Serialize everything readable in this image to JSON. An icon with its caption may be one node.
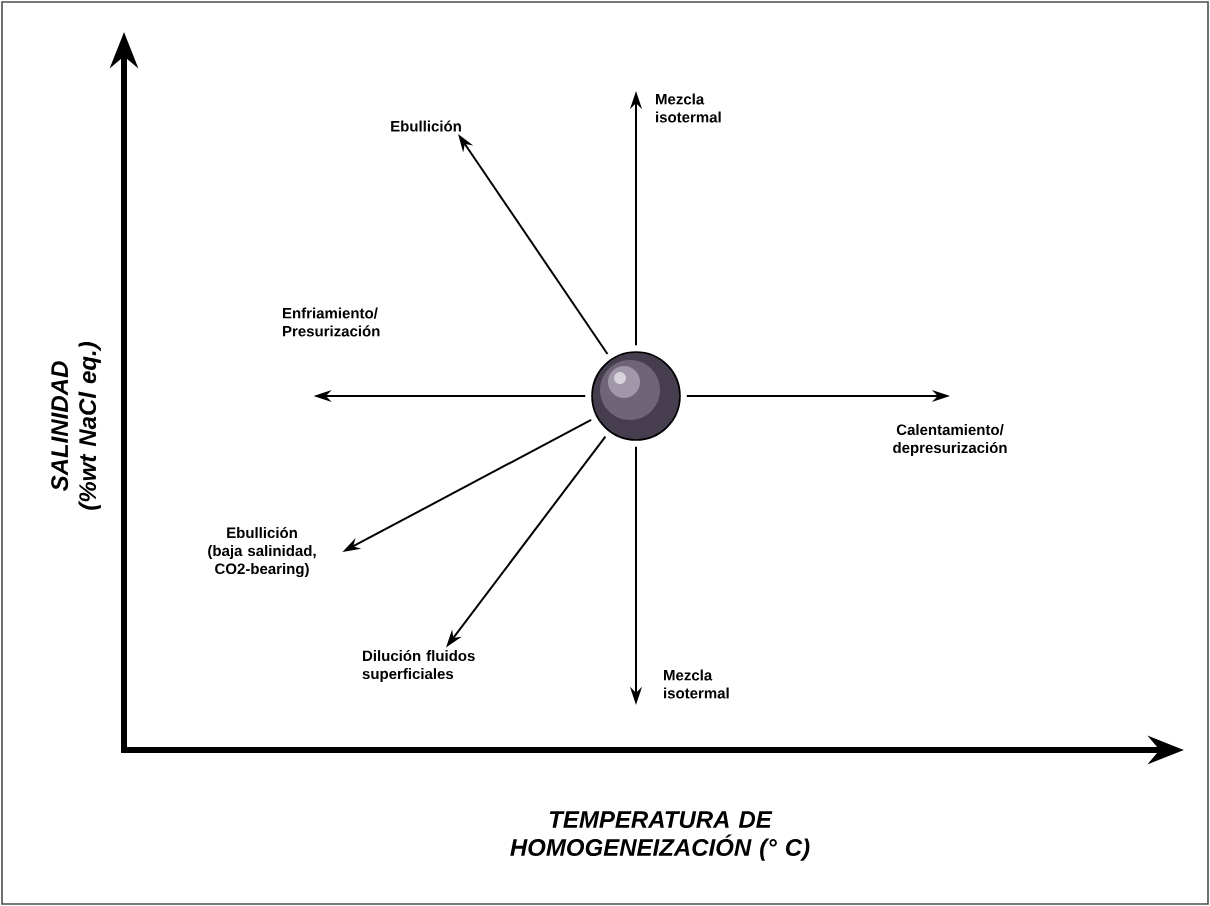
{
  "diagram": {
    "nodes": [
      {
        "text": [],
        "shape": "circle"
      },
      {
        "text": [
          "Ebullición"
        ]
      },
      {
        "text": [
          "Mezcla isotermal"
        ]
      },
      {
        "text": [
          "Enfriamiento/ Presurización"
        ]
      },
      {
        "text": [
          "Calentamiento/ depresurización"
        ]
      },
      {
        "text": [
          "Ebullición (baja salinidad, CO2-bearing)"
        ]
      },
      {
        "text": [
          "Dilución fluidos superficiales"
        ]
      },
      {
        "text": [
          "Mezcla isotermal"
        ]
      }
    ],
    "edges": [
      {
        "from": 0,
        "to": 1,
        "arrow": "to"
      },
      {
        "from": 0,
        "to": 2,
        "arrow": "to"
      },
      {
        "from": 0,
        "to": 3,
        "arrow": "to"
      },
      {
        "from": 0,
        "to": 4,
        "arrow": "to"
      },
      {
        "from": 0,
        "to": 5,
        "arrow": "to"
      },
      {
        "from": 0,
        "to": 6,
        "arrow": "to"
      },
      {
        "from": 0,
        "to": 7,
        "arrow": "to"
      }
    ],
    "labels": [
      "SALINIDAD (%wt NaCl eq.)",
      "TEMPERATURA DE HOMOGENEIZACIÓN (° C)"
    ]
  }
}
